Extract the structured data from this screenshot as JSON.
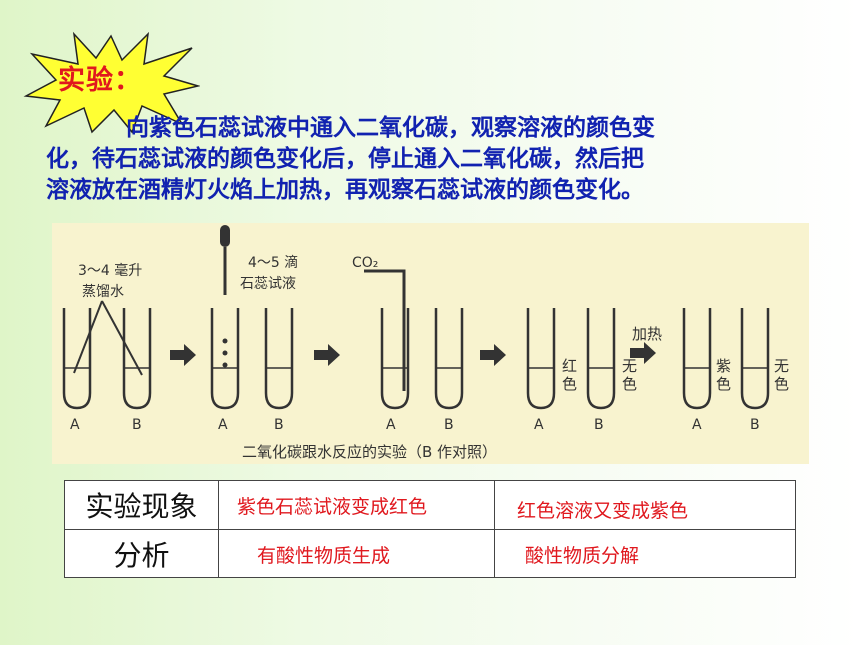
{
  "badge": {
    "text": "实验："
  },
  "paragraph": {
    "lines": [
      "向紫色石蕊试液中通入二氧化碳，观察溶液的颜色变",
      "化，待石蕊试液的颜色变化后，停止通入二氧化碳，然后把",
      "溶液放在酒精灯火焰上加热，再观察石蕊试液的颜色变化。"
    ]
  },
  "figure": {
    "label_water_1": "3～4 毫升",
    "label_water_2": "蒸馏水",
    "label_litmus_1": "4～5 滴",
    "label_litmus_2": "石蕊试液",
    "label_co2": "CO₂",
    "label_heat": "加热",
    "label_red_1": "红",
    "label_red_2": "色",
    "label_none_1": "无",
    "label_none_2": "色",
    "label_purple_1": "紫",
    "label_purple_2": "色",
    "label_none2_1": "无",
    "label_none2_2": "色",
    "tube_a": "A",
    "tube_b": "B",
    "caption": "二氧化碳跟水反应的实验（B 作对照）"
  },
  "table": {
    "row1_header": "实验现象",
    "row1_col1": "紫色石蕊试液变成红色",
    "row1_col2": "红色溶液又变成紫色",
    "row2_header": "分析",
    "row2_col1": "有酸性物质生成",
    "row2_col2": "酸性物质分解"
  },
  "colors": {
    "title_red": "#e0181e",
    "text_blue": "#1122b0",
    "burst_yellow": "#ffff33"
  }
}
